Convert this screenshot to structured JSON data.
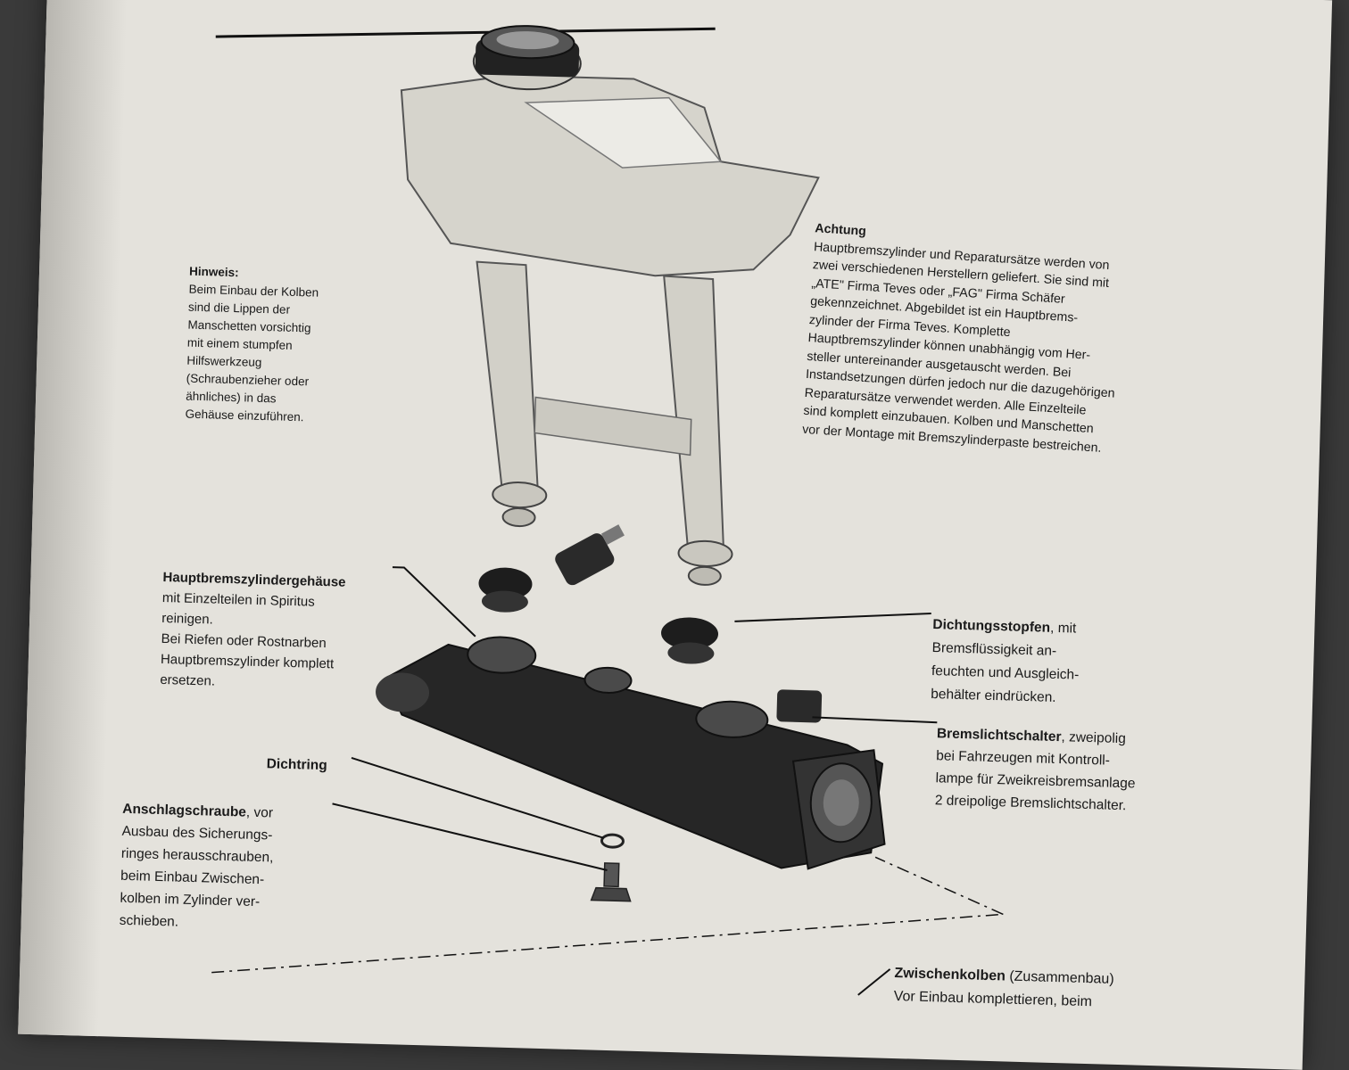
{
  "hinweis": {
    "title": "Hinweis:",
    "lines": [
      "Beim Einbau der Kolben",
      "sind die Lippen der",
      "Manschetten vorsichtig",
      "mit einem stumpfen",
      "Hilfswerkzeug",
      "(Schraubenzieher oder",
      "ähnliches) in das",
      "Gehäuse einzuführen."
    ]
  },
  "achtung": {
    "title": "Achtung",
    "lines": [
      "Hauptbremszylinder und Reparatursätze werden von",
      "zwei verschiedenen Herstellern geliefert. Sie sind mit",
      "„ATE\" Firma Teves oder „FAG\" Firma Schäfer",
      "gekennzeichnet. Abgebildet ist ein Hauptbrems-",
      "zylinder der Firma Teves. Komplette",
      "Hauptbremszylinder können unabhängig vom Her-",
      "steller untereinander ausgetauscht werden. Bei",
      "Instandsetzungen dürfen jedoch nur die dazugehörigen",
      "Reparatursätze verwendet werden. Alle Einzelteile",
      "sind komplett einzubauen. Kolben und Manschetten",
      "vor der Montage mit Bremszylinderpaste bestreichen."
    ]
  },
  "labels": {
    "gehaeuse": {
      "title": "Hauptbremszylindergehäuse",
      "lines": [
        "mit Einzelteilen in Spiritus",
        "reinigen.",
        "Bei Riefen oder Rostnarben",
        "Hauptbremszylinder komplett",
        "ersetzen."
      ]
    },
    "dichtungsstopfen": {
      "title": "Dichtungsstopfen",
      "title_suffix": ", mit",
      "lines": [
        "Bremsflüssigkeit an-",
        "feuchten und Ausgleich-",
        "behälter eindrücken."
      ]
    },
    "bremslicht": {
      "title": "Bremslichtschalter",
      "title_suffix": ", zweipolig",
      "lines": [
        "bei Fahrzeugen mit Kontroll-",
        "lampe für Zweikreisbremsanlage",
        "2 dreipolige Bremslichtschalter."
      ]
    },
    "dichtring": {
      "title": "Dichtring"
    },
    "anschlag": {
      "title": "Anschlagschraube",
      "title_suffix": ", vor",
      "lines": [
        "Ausbau des Sicherungs-",
        "ringes herausschrauben,",
        "beim Einbau Zwischen-",
        "kolben im Zylinder ver-",
        "schieben."
      ]
    },
    "zwischenkolben": {
      "title": "Zwischenkolben",
      "title_suffix": " (Zusammenbau)",
      "lines": [
        "Vor Einbau komplettieren, beim"
      ]
    }
  },
  "colors": {
    "paper": "#e4e2dc",
    "ink": "#1a1a1a",
    "reservoir": "#d6d4cc",
    "cylinder": "#262626"
  }
}
